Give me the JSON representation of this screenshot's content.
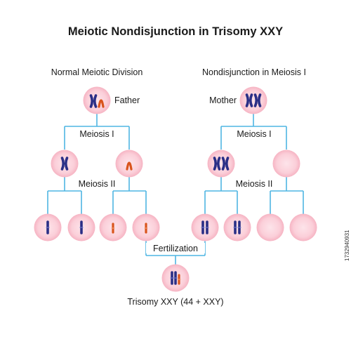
{
  "title": "Meiotic Nondisjunction in Trisomy XXY",
  "left_panel": {
    "heading": "Normal Meiotic Division",
    "parent_label": "Father",
    "meiosis1_label": "Meiosis I",
    "meiosis2_label": "Meiosis II"
  },
  "right_panel": {
    "heading": "Nondisjunction in Meiosis I",
    "parent_label": "Mother",
    "meiosis1_label": "Meiosis I",
    "meiosis2_label": "Meiosis II"
  },
  "fertilization_label": "Fertilization",
  "result_label": "Trisomy XXY (44 + XXY)",
  "stock_id": "1732940931",
  "colors": {
    "cell_fill": "#f9c6d0",
    "cell_edge": "#f3a9b8",
    "x_chromosome": "#2a2f86",
    "y_chromosome": "#d9541c",
    "connector": "#4fb6e3"
  },
  "icons": [
    "x-chromosome-icon",
    "y-chromosome-icon",
    "chromatid-icon"
  ]
}
